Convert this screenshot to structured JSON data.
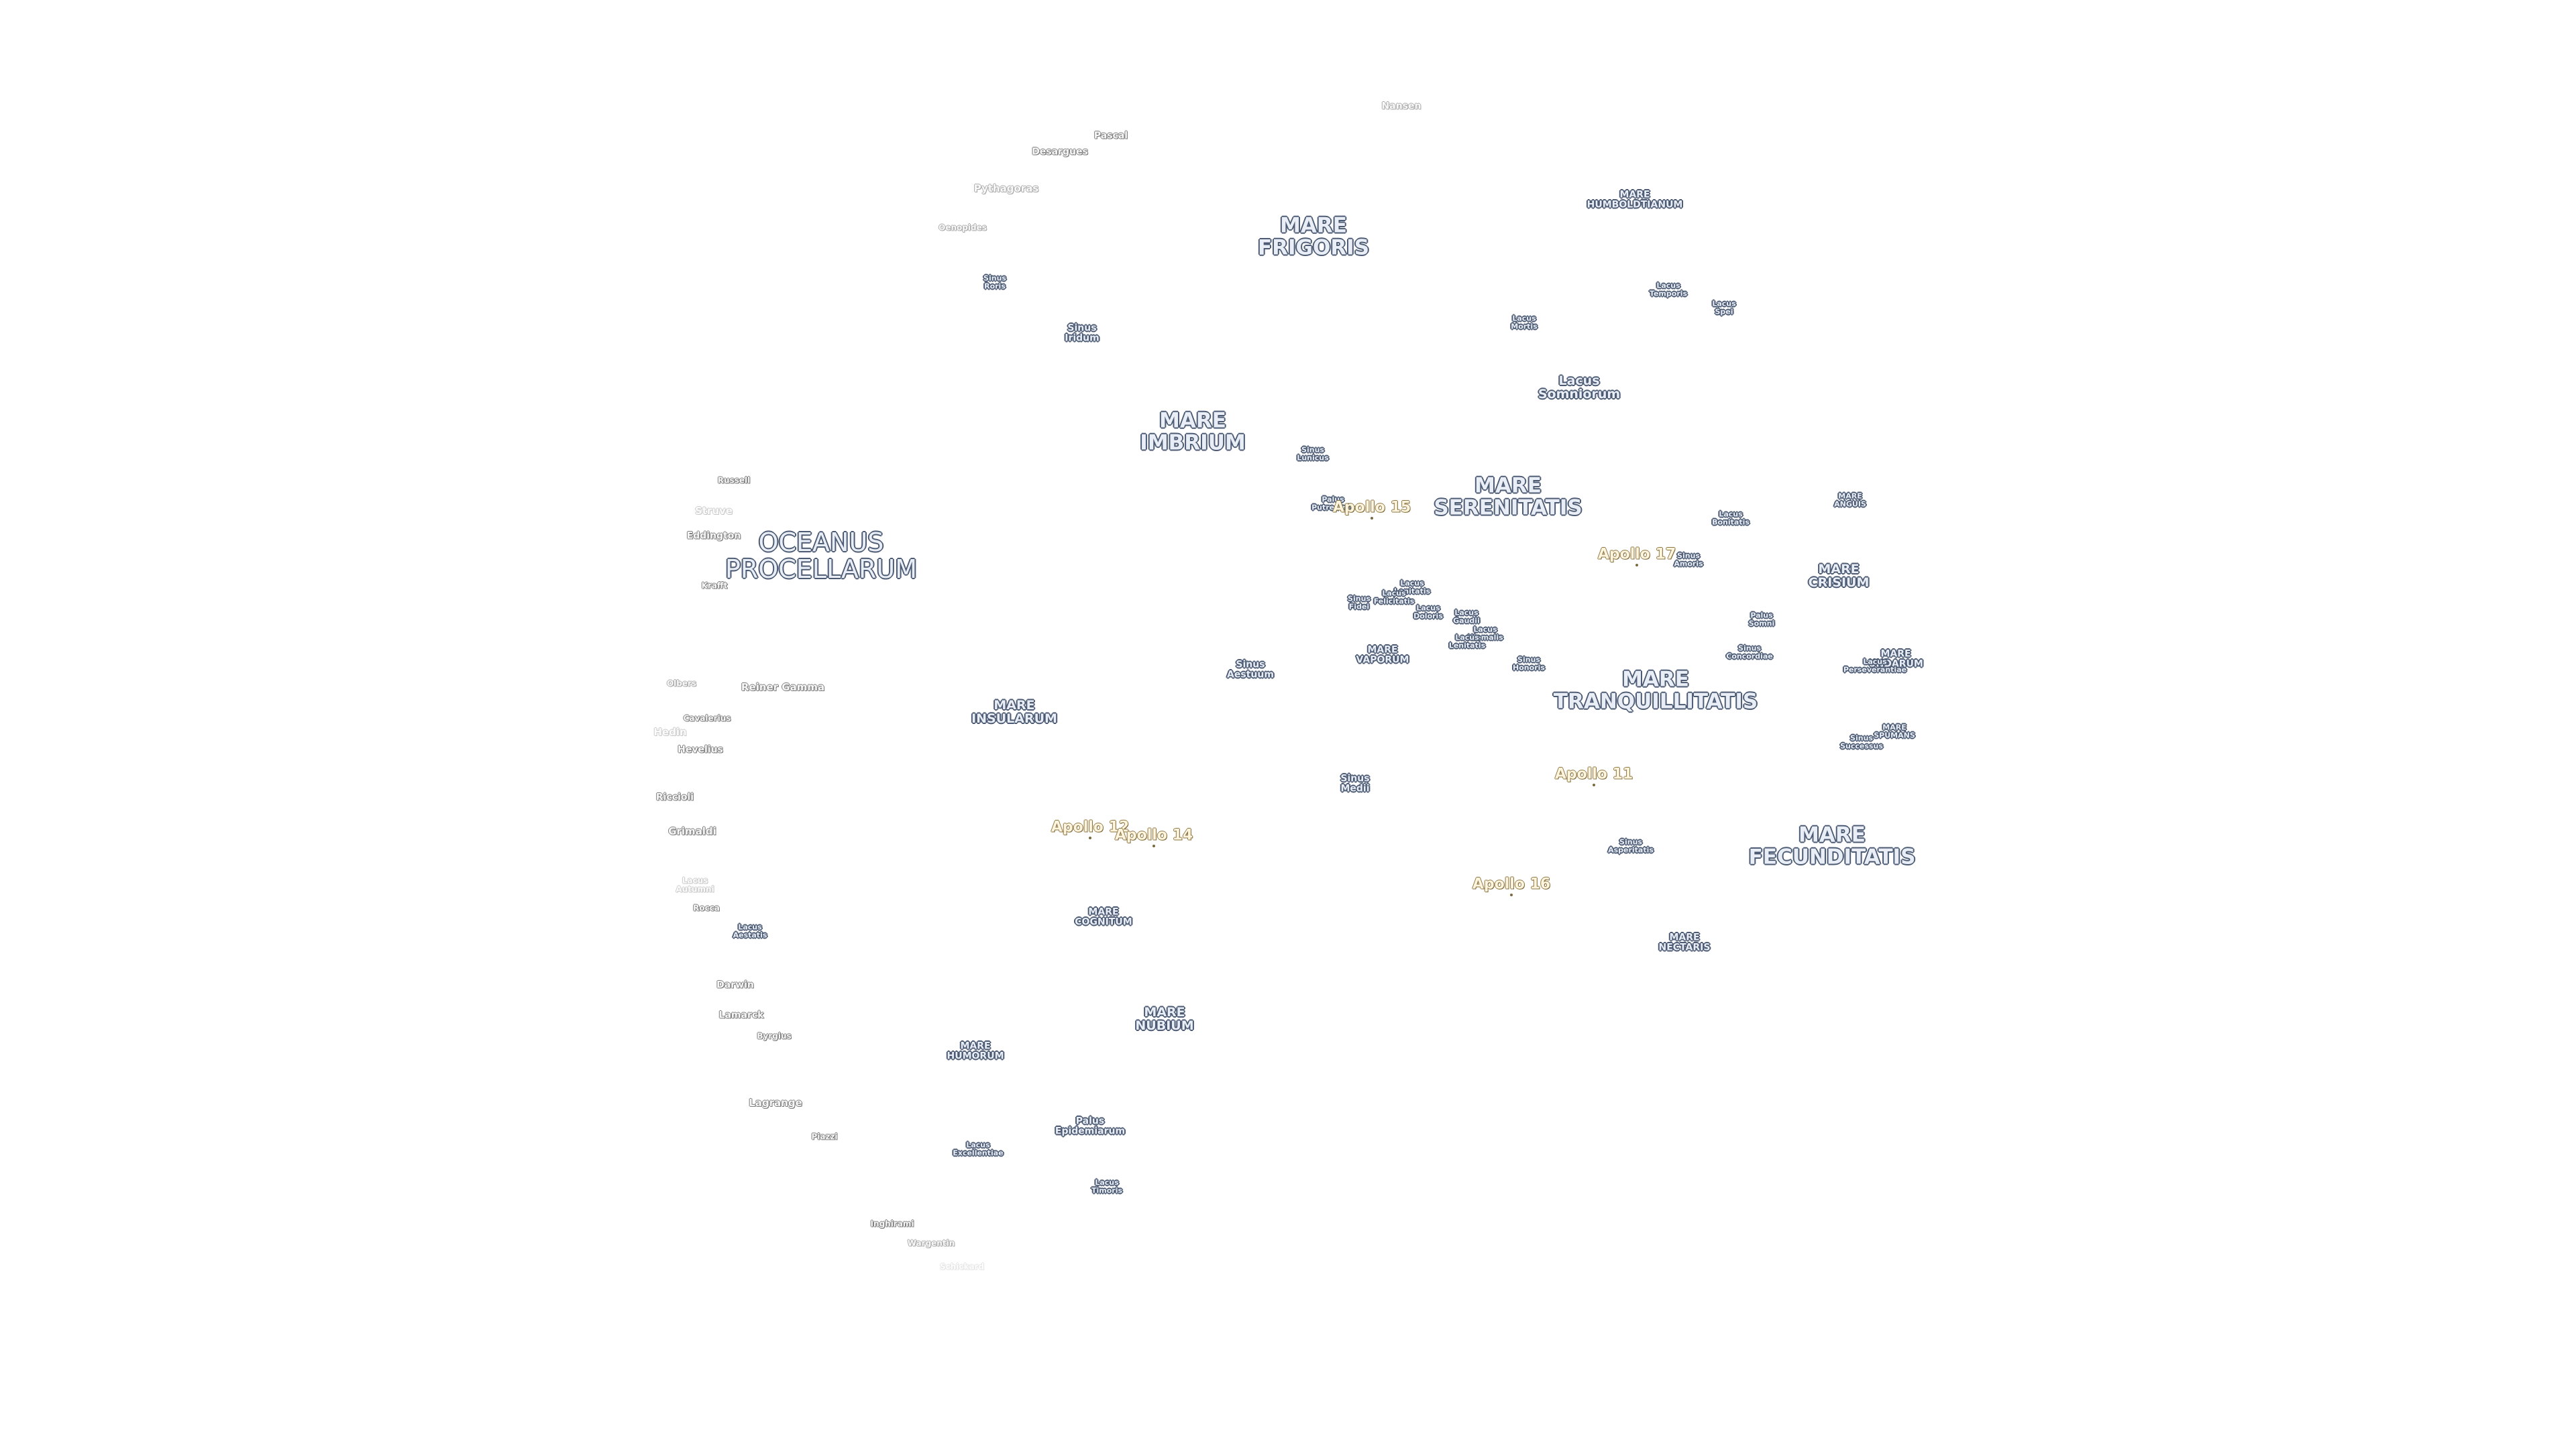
{
  "map": {
    "maria": [
      {
        "id": "mare-frigoris",
        "text": "MARE\nFRIGORIS",
        "size": "big"
      },
      {
        "id": "mare-imbrium",
        "text": "MARE\nIMBRIUM",
        "size": "big"
      },
      {
        "id": "oceanus-procellarum",
        "text": "OCEANUS\nPROCELLARUM",
        "size": "ocean"
      },
      {
        "id": "mare-humboldtianum",
        "text": "MARE\nHUMBOLDTIANUM",
        "size": "small"
      },
      {
        "id": "mare-serenitatis",
        "text": "MARE\nSERENITATIS",
        "size": "big"
      },
      {
        "id": "mare-anguis",
        "text": "MARE\nANGUIS",
        "size": "tiny"
      },
      {
        "id": "mare-crisium",
        "text": "MARE\nCRISIUM",
        "size": "mid"
      },
      {
        "id": "mare-vaporum",
        "text": "MARE\nVAPORUM",
        "size": "small"
      },
      {
        "id": "mare-tranquillitatis",
        "text": "MARE\nTRANQUILLITATIS",
        "size": "big"
      },
      {
        "id": "mare-undarum",
        "text": "MARE\nUNDARUM",
        "size": "small"
      },
      {
        "id": "mare-spumans",
        "text": "MARE\nSPUMANS",
        "size": "tiny"
      },
      {
        "id": "mare-insularum",
        "text": "MARE\nINSULARUM",
        "size": "mid"
      },
      {
        "id": "mare-fecunditatis",
        "text": "MARE\nFECUNDITATIS",
        "size": "big"
      },
      {
        "id": "mare-cognitum",
        "text": "MARE\nCOGNITUM",
        "size": "small"
      },
      {
        "id": "mare-nectaris",
        "text": "MARE\nNECTARIS",
        "size": "small"
      },
      {
        "id": "mare-nubium",
        "text": "MARE\nNUBIUM",
        "size": "mid"
      },
      {
        "id": "mare-humorum",
        "text": "MARE\nHUMORUM",
        "size": "small"
      },
      {
        "id": "sinus-roris",
        "text": "Sinus\nRoris",
        "size": "tiny"
      },
      {
        "id": "sinus-iridum",
        "text": "Sinus\nIridum",
        "size": "small"
      },
      {
        "id": "lacus-mortis",
        "text": "Lacus\nMortis",
        "size": "tiny"
      },
      {
        "id": "lacus-temporis",
        "text": "Lacus\nTemporis",
        "size": "tiny"
      },
      {
        "id": "lacus-spei",
        "text": "Lacus\nSpei",
        "size": "tiny"
      },
      {
        "id": "lacus-somniorum",
        "text": "Lacus\nSomniorum",
        "size": "mid"
      },
      {
        "id": "sinus-lunicus",
        "text": "Sinus\nLunicus",
        "size": "tiny"
      },
      {
        "id": "palus-putredinis",
        "text": "Palus\nPutredinis",
        "size": "tiny"
      },
      {
        "id": "lacus-bonitatis",
        "text": "Lacus\nBonitatis",
        "size": "tiny"
      },
      {
        "id": "sinus-amoris",
        "text": "Sinus\nAmoris",
        "size": "tiny"
      },
      {
        "id": "lacus-lenitatis-a",
        "text": "Lacus\nLenitatis",
        "size": "tiny"
      },
      {
        "id": "lacus-felicitatis",
        "text": "Lacus\nFelicitatis",
        "size": "tiny"
      },
      {
        "id": "sinus-fidei",
        "text": "Sinus\nFidei",
        "size": "tiny"
      },
      {
        "id": "lacus-doloris",
        "text": "Lacus\nDoloris",
        "size": "tiny"
      },
      {
        "id": "lacus-gaudii",
        "text": "Lacus\nGaudii",
        "size": "tiny"
      },
      {
        "id": "lacus-hiemalis",
        "text": "Lacus\nHiemalis",
        "size": "tiny"
      },
      {
        "id": "lacus-lenitatis-b",
        "text": "Lacus\nLenitatis",
        "size": "tiny"
      },
      {
        "id": "palus-somni",
        "text": "Palus\nSomni",
        "size": "tiny"
      },
      {
        "id": "sinus-concordiae",
        "text": "Sinus\nConcordiae",
        "size": "tiny"
      },
      {
        "id": "sinus-aestuum",
        "text": "Sinus\nAestuum",
        "size": "small"
      },
      {
        "id": "sinus-honoris",
        "text": "Sinus\nHonoris",
        "size": "tiny"
      },
      {
        "id": "lacus-perseverantiae",
        "text": "Lacus\nPerseverantiae",
        "size": "tiny"
      },
      {
        "id": "sinus-successus",
        "text": "Sinus\nSuccessus",
        "size": "tiny"
      },
      {
        "id": "sinus-medii",
        "text": "Sinus\nMedii",
        "size": "small"
      },
      {
        "id": "sinus-asperitatis",
        "text": "Sinus\nAsperitatis",
        "size": "tiny"
      },
      {
        "id": "lacus-aestatis",
        "text": "Lacus\nAestatis",
        "size": "tiny"
      },
      {
        "id": "palus-epidemiarum",
        "text": "Palus\nEpidemiarum",
        "size": "small"
      },
      {
        "id": "lacus-excellentiae",
        "text": "Lacus\nExcellentiae",
        "size": "tiny"
      },
      {
        "id": "lacus-timoris",
        "text": "Lacus\nTimoris",
        "size": "tiny"
      }
    ],
    "craters": [
      {
        "id": "nansen",
        "text": "Nansen",
        "size": "c14",
        "fade": "fade1"
      },
      {
        "id": "pascal",
        "text": "Pascal",
        "size": "c14",
        "fade": ""
      },
      {
        "id": "desargues",
        "text": "Desargues",
        "size": "c14",
        "fade": ""
      },
      {
        "id": "pythagoras",
        "text": "Pythagoras",
        "size": "c15",
        "fade": "fade1"
      },
      {
        "id": "oenopides",
        "text": "Oenopides",
        "size": "c12",
        "fade": "fade1"
      },
      {
        "id": "russell",
        "text": "Russell",
        "size": "c12",
        "fade": ""
      },
      {
        "id": "struve",
        "text": "Struve",
        "size": "c15",
        "fade": "fade2"
      },
      {
        "id": "eddington",
        "text": "Eddington",
        "size": "c14",
        "fade": ""
      },
      {
        "id": "krafft",
        "text": "Krafft",
        "size": "c12",
        "fade": ""
      },
      {
        "id": "olbers",
        "text": "Olbers",
        "size": "c12",
        "fade": "fade1"
      },
      {
        "id": "reiner-gamma",
        "text": "Reiner Gamma",
        "size": "c15",
        "fade": ""
      },
      {
        "id": "cavalerius",
        "text": "Cavalerius",
        "size": "c12",
        "fade": ""
      },
      {
        "id": "hedin",
        "text": "Hedin",
        "size": "c15",
        "fade": "fade2"
      },
      {
        "id": "hevelius",
        "text": "Hevelius",
        "size": "c14",
        "fade": ""
      },
      {
        "id": "riccioli",
        "text": "Riccioli",
        "size": "c14",
        "fade": ""
      },
      {
        "id": "grimaldi",
        "text": "Grimaldi",
        "size": "c15",
        "fade": ""
      },
      {
        "id": "lacus-autumni",
        "text": "Lacus\nAutumni",
        "size": "c12",
        "fade": "fade2"
      },
      {
        "id": "rocca",
        "text": "Rocca",
        "size": "c12",
        "fade": ""
      },
      {
        "id": "darwin",
        "text": "Darwin",
        "size": "c14",
        "fade": ""
      },
      {
        "id": "lamarck",
        "text": "Lamarck",
        "size": "c14",
        "fade": ""
      },
      {
        "id": "byrgius",
        "text": "Byrgius",
        "size": "c12",
        "fade": ""
      },
      {
        "id": "lagrange",
        "text": "Lagrange",
        "size": "c15",
        "fade": ""
      },
      {
        "id": "piazzi",
        "text": "Piazzi",
        "size": "c12",
        "fade": ""
      },
      {
        "id": "inghirami",
        "text": "Inghirami",
        "size": "c12",
        "fade": ""
      },
      {
        "id": "wargentin",
        "text": "Wargentin",
        "size": "c12",
        "fade": "fade1"
      },
      {
        "id": "schickard",
        "text": "Schickard",
        "size": "c12",
        "fade": "fade3"
      }
    ],
    "apollo": [
      {
        "id": "apollo-15",
        "text": "Apollo 15"
      },
      {
        "id": "apollo-17",
        "text": "Apollo 17"
      },
      {
        "id": "apollo-11",
        "text": "Apollo 11"
      },
      {
        "id": "apollo-12",
        "text": "Apollo 12"
      },
      {
        "id": "apollo-14",
        "text": "Apollo 14"
      },
      {
        "id": "apollo-16",
        "text": "Apollo 16"
      }
    ]
  },
  "colors": {
    "mare_fill": "#e9eef6",
    "mare_outline": "#4c5b73",
    "crater_outline": "#7d7d7d",
    "apollo_fill": "#fff5de",
    "apollo_outline": "#8a7440"
  }
}
